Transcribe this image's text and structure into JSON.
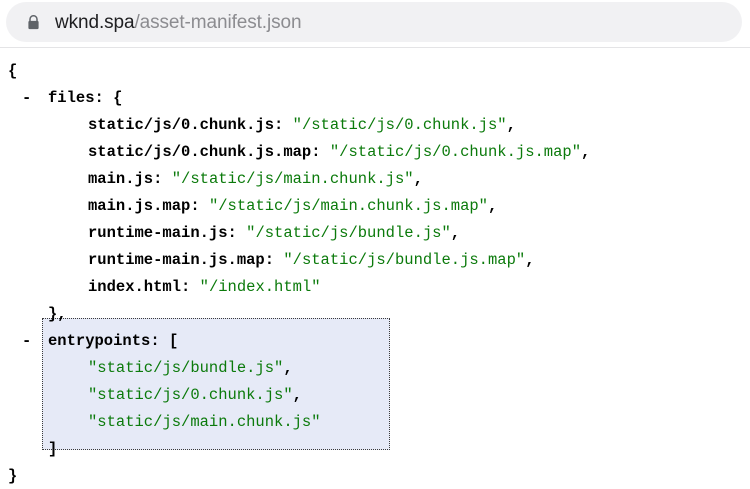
{
  "browser": {
    "lock_icon": "lock-icon",
    "url_host": "wknd.spa",
    "url_path": "/asset-manifest.json",
    "url_full": "wknd.spa/asset-manifest.json"
  },
  "colors": {
    "string_value": "#0b7a0b",
    "key_text": "#000000",
    "selection_background": "#e6eaf7",
    "selection_border": "#3b3b3b",
    "urlbar_background": "#f1f1f3",
    "url_host_text": "#1f1f21",
    "url_path_text": "#8c8c90"
  },
  "json_viewer": {
    "open_brace": "{",
    "close_brace": "}",
    "collapse_marker": "-",
    "files": {
      "marker": "-",
      "key": "files:",
      "open": "{",
      "close": "},",
      "entries": [
        {
          "key": "static/js/0.chunk.js:",
          "value": "\"/static/js/0.chunk.js\"",
          "comma": ","
        },
        {
          "key": "static/js/0.chunk.js.map:",
          "value": "\"/static/js/0.chunk.js.map\"",
          "comma": ","
        },
        {
          "key": "main.js:",
          "value": "\"/static/js/main.chunk.js\"",
          "comma": ","
        },
        {
          "key": "main.js.map:",
          "value": "\"/static/js/main.chunk.js.map\"",
          "comma": ","
        },
        {
          "key": "runtime-main.js:",
          "value": "\"/static/js/bundle.js\"",
          "comma": ","
        },
        {
          "key": "runtime-main.js.map:",
          "value": "\"/static/js/bundle.js.map\"",
          "comma": ","
        },
        {
          "key": "index.html:",
          "value": "\"/index.html\"",
          "comma": ""
        }
      ]
    },
    "entrypoints": {
      "marker": "-",
      "key": "entrypoints:",
      "open": "[",
      "close": "]",
      "selected": true,
      "items": [
        {
          "value": "\"static/js/bundle.js\"",
          "comma": ","
        },
        {
          "value": "\"static/js/0.chunk.js\"",
          "comma": ","
        },
        {
          "value": "\"static/js/main.chunk.js\"",
          "comma": ""
        }
      ]
    }
  }
}
